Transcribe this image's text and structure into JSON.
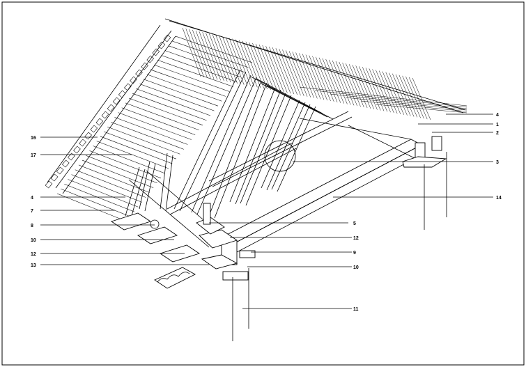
{
  "diagram": {
    "callouts_right": [
      {
        "id": "r4",
        "label": "4"
      },
      {
        "id": "r1",
        "label": "1"
      },
      {
        "id": "r2",
        "label": "2"
      },
      {
        "id": "r3",
        "label": "3"
      },
      {
        "id": "r14",
        "label": "14"
      },
      {
        "id": "r5",
        "label": "5"
      },
      {
        "id": "r12",
        "label": "12"
      },
      {
        "id": "r9",
        "label": "9"
      },
      {
        "id": "r10",
        "label": "10"
      },
      {
        "id": "r11",
        "label": "11"
      }
    ],
    "callouts_left": [
      {
        "id": "l16",
        "label": "16"
      },
      {
        "id": "l17",
        "label": "17"
      },
      {
        "id": "l4",
        "label": "4"
      },
      {
        "id": "l7",
        "label": "7"
      },
      {
        "id": "l8",
        "label": "8"
      },
      {
        "id": "l10",
        "label": "10"
      },
      {
        "id": "l12",
        "label": "12"
      },
      {
        "id": "l13",
        "label": "13"
      }
    ]
  }
}
